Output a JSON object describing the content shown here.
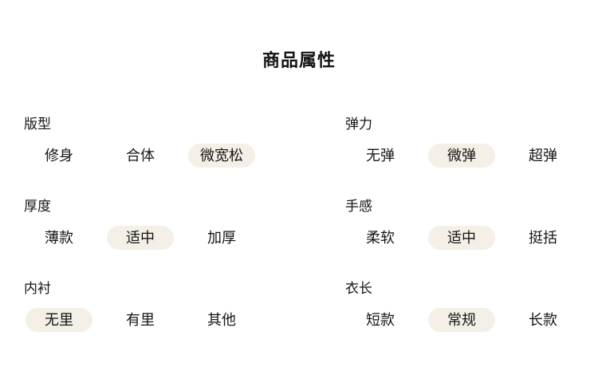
{
  "page": {
    "title": "商品属性"
  },
  "colors": {
    "background": "#ffffff",
    "text": "#151515",
    "selected_pill_bg": "#f4f0e7"
  },
  "groups": [
    {
      "label": "版型",
      "options": [
        {
          "label": "修身",
          "selected": false
        },
        {
          "label": "合体",
          "selected": false
        },
        {
          "label": "微宽松",
          "selected": true
        }
      ]
    },
    {
      "label": "弹力",
      "options": [
        {
          "label": "无弹",
          "selected": false
        },
        {
          "label": "微弹",
          "selected": true
        },
        {
          "label": "超弹",
          "selected": false
        }
      ]
    },
    {
      "label": "厚度",
      "options": [
        {
          "label": "薄款",
          "selected": false
        },
        {
          "label": "适中",
          "selected": true
        },
        {
          "label": "加厚",
          "selected": false
        }
      ]
    },
    {
      "label": "手感",
      "options": [
        {
          "label": "柔软",
          "selected": false
        },
        {
          "label": "适中",
          "selected": true
        },
        {
          "label": "挺括",
          "selected": false
        }
      ]
    },
    {
      "label": "内衬",
      "options": [
        {
          "label": "无里",
          "selected": true
        },
        {
          "label": "有里",
          "selected": false
        },
        {
          "label": "其他",
          "selected": false
        }
      ]
    },
    {
      "label": "衣长",
      "options": [
        {
          "label": "短款",
          "selected": false
        },
        {
          "label": "常规",
          "selected": true
        },
        {
          "label": "长款",
          "selected": false
        }
      ]
    }
  ]
}
